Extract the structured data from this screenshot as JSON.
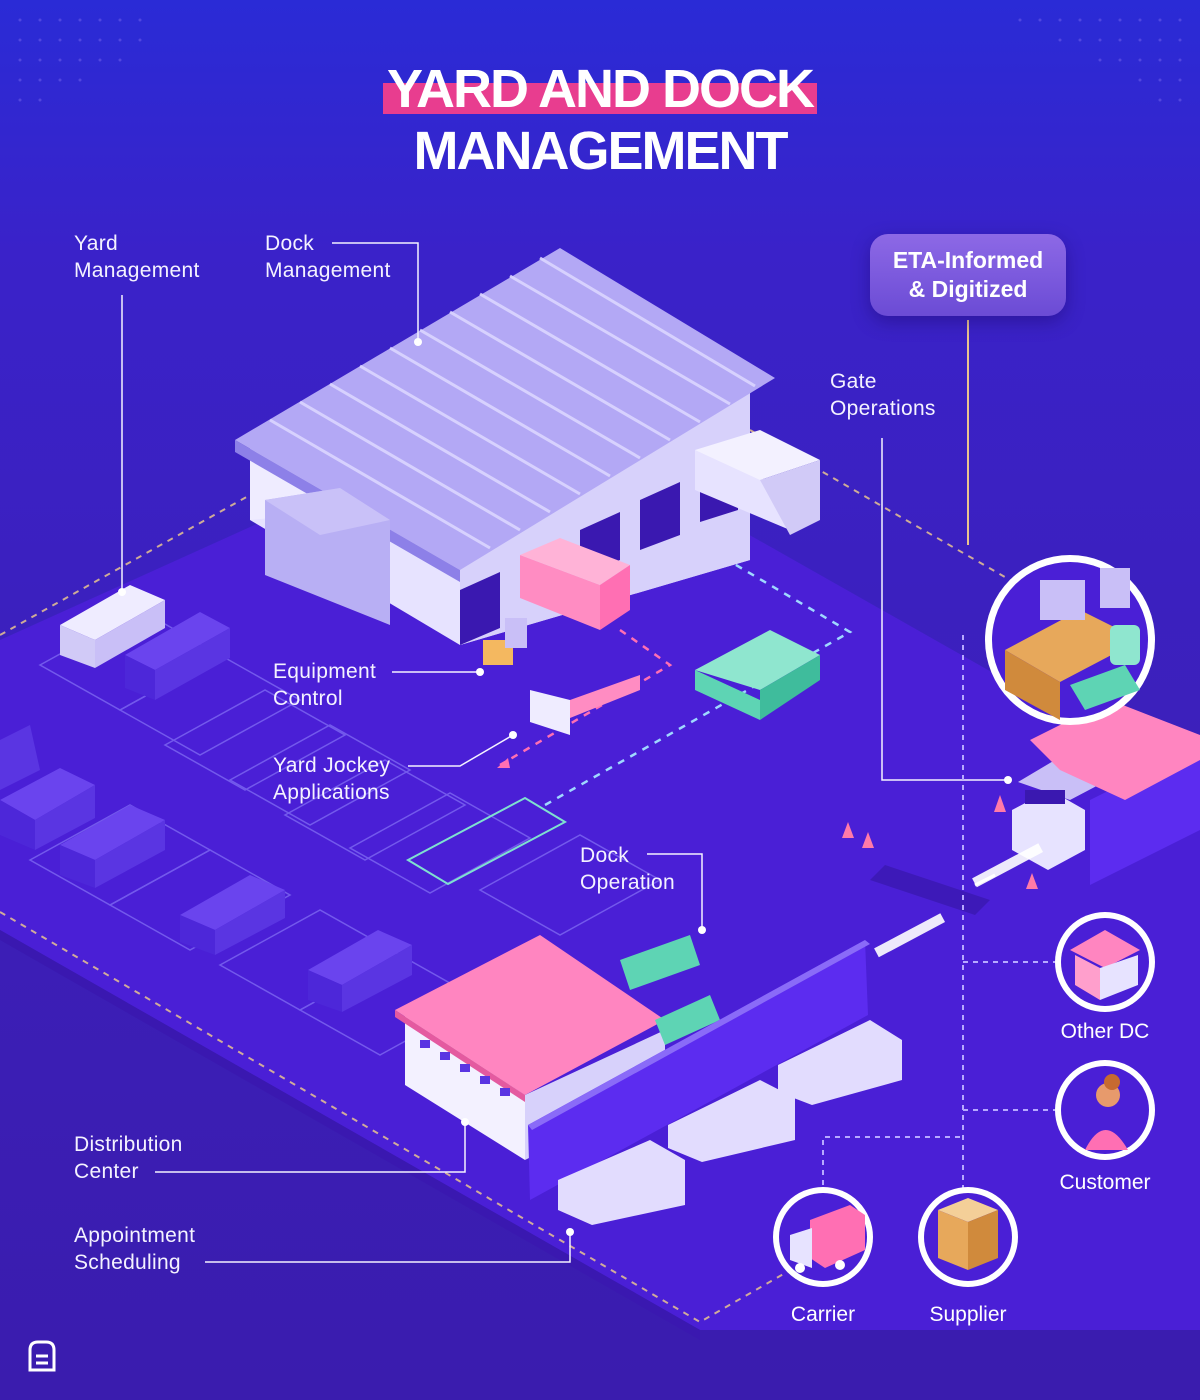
{
  "title": {
    "line1": "YARD AND DOCK",
    "line2": "MANAGEMENT"
  },
  "labels": {
    "yard_management": [
      "Yard",
      "Management"
    ],
    "dock_management": [
      "Dock",
      "Management"
    ],
    "equipment_control": [
      "Equipment",
      "Control"
    ],
    "yard_jockey": [
      "Yard Jockey",
      "Applications"
    ],
    "dock_operation": [
      "Dock",
      "Operation"
    ],
    "distribution_center": [
      "Distribution",
      "Center"
    ],
    "appointment_scheduling": [
      "Appointment",
      "Scheduling"
    ],
    "gate_operations": [
      "Gate",
      "Operations"
    ]
  },
  "badge": {
    "line1": "ETA-Informed",
    "line2": "& Digitized"
  },
  "stakeholders": {
    "other_dc": "Other DC",
    "customer": "Customer",
    "carrier": "Carrier",
    "supplier": "Supplier"
  },
  "colors": {
    "background": "#3a22c9",
    "ground": "#4a20d8",
    "accent_pink": "#ff7ab8",
    "accent_teal": "#5ed4b4",
    "lavender": "#c9bff7",
    "line": "#e9c48f"
  }
}
